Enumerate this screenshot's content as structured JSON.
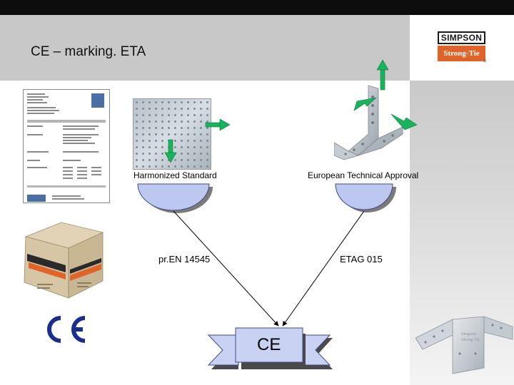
{
  "slide": {
    "title": "CE – marking. ETA"
  },
  "logo": {
    "top_text": "SIMPSON",
    "bottom_text": "Strong-Tie",
    "registered": "®"
  },
  "diagram": {
    "left_source": "Harmonized Standard",
    "right_source": "European Technical Approval",
    "left_path": "pr.EN 14545",
    "right_path": "ETAG 015",
    "result": "CE"
  },
  "icons": {
    "ce_mark": "ce-mark-icon",
    "arrows": "move-arrow-icon"
  },
  "colors": {
    "title_band": "#c8c8c8",
    "arrow_green": "#19b35e",
    "bowl_blue": "#bcc8f0",
    "ribbon_blue": "#c9d2f2",
    "logo_orange": "#e0642a"
  }
}
